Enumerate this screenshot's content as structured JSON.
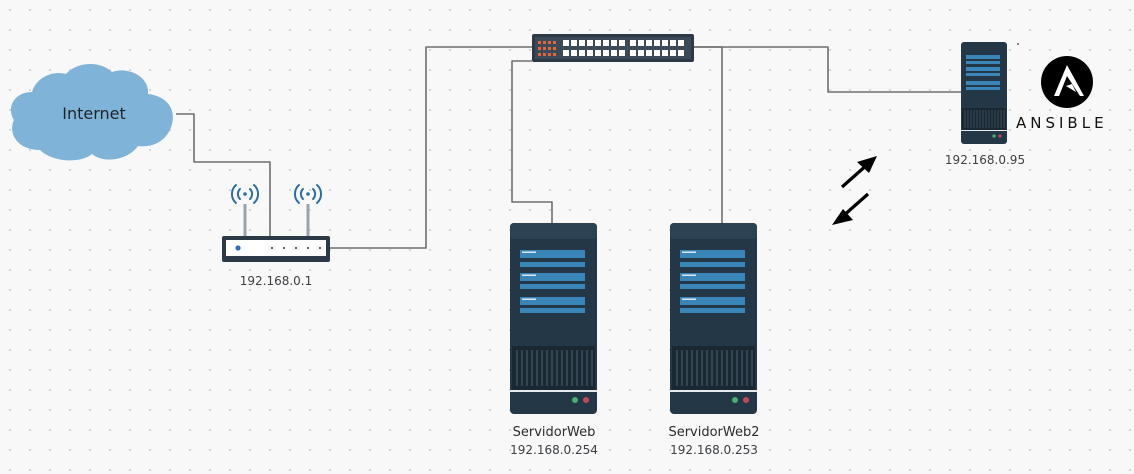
{
  "diagram": {
    "cloud": {
      "label": "Internet"
    },
    "router": {
      "ip": "192.168.0.1"
    },
    "servers": [
      {
        "name": "ServidorWeb",
        "ip": "192.168.0.254"
      },
      {
        "name": "ServidorWeb2",
        "ip": "192.168.0.253"
      }
    ],
    "ansible_host": {
      "ip": "192.168.0.95",
      "logo_text": "ANSIBLE"
    }
  },
  "colors": {
    "cloud": "#7fb4d8",
    "server_body": "#243746",
    "server_bar": "#3a86b9",
    "link": "#6f6f6f",
    "signal": "#2a6ea8",
    "switch_port_accent": "#e0673a"
  },
  "icons": [
    "cloud-icon",
    "router-icon",
    "wifi-signal-icon",
    "network-switch-icon",
    "server-icon",
    "ansible-logo-icon",
    "bidirectional-arrow-icon"
  ]
}
